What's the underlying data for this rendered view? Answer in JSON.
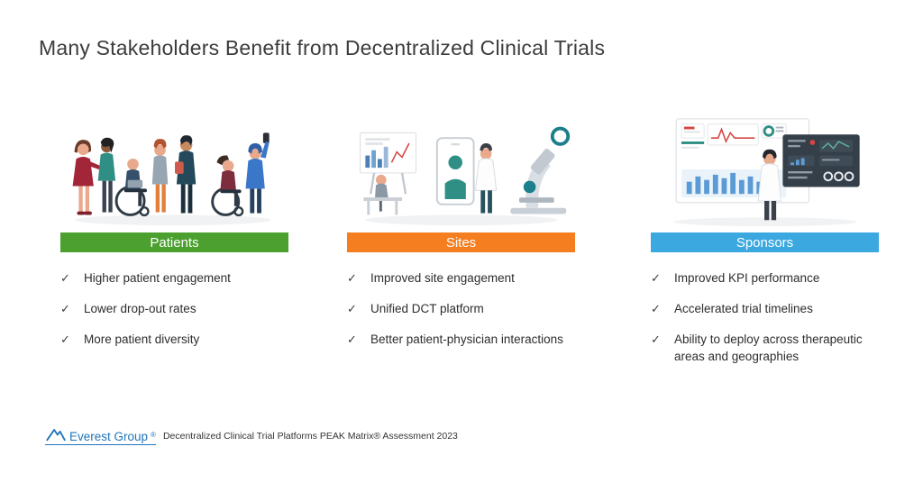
{
  "page": {
    "title": "Many Stakeholders Benefit from Decentralized Clinical Trials"
  },
  "glyphs": {
    "check": "✓"
  },
  "columns": [
    {
      "label": "Patients",
      "color": "#4BA02F",
      "bullets": [
        "Higher patient engagement",
        "Lower drop-out rates",
        "More patient diversity"
      ]
    },
    {
      "label": "Sites",
      "color": "#F57E20",
      "bullets": [
        "Improved site engagement",
        "Unified DCT platform",
        "Better patient-physician interactions"
      ]
    },
    {
      "label": "Sponsors",
      "color": "#3BA8DF",
      "bullets": [
        "Improved KPI performance",
        "Accelerated trial timelines",
        "Ability to deploy across therapeutic areas and geographies"
      ]
    }
  ],
  "footer": {
    "logo_text": "Everest Group",
    "logo_reg": "®",
    "source": "Decentralized Clinical Trial Platforms PEAK Matrix® Assessment 2023"
  }
}
